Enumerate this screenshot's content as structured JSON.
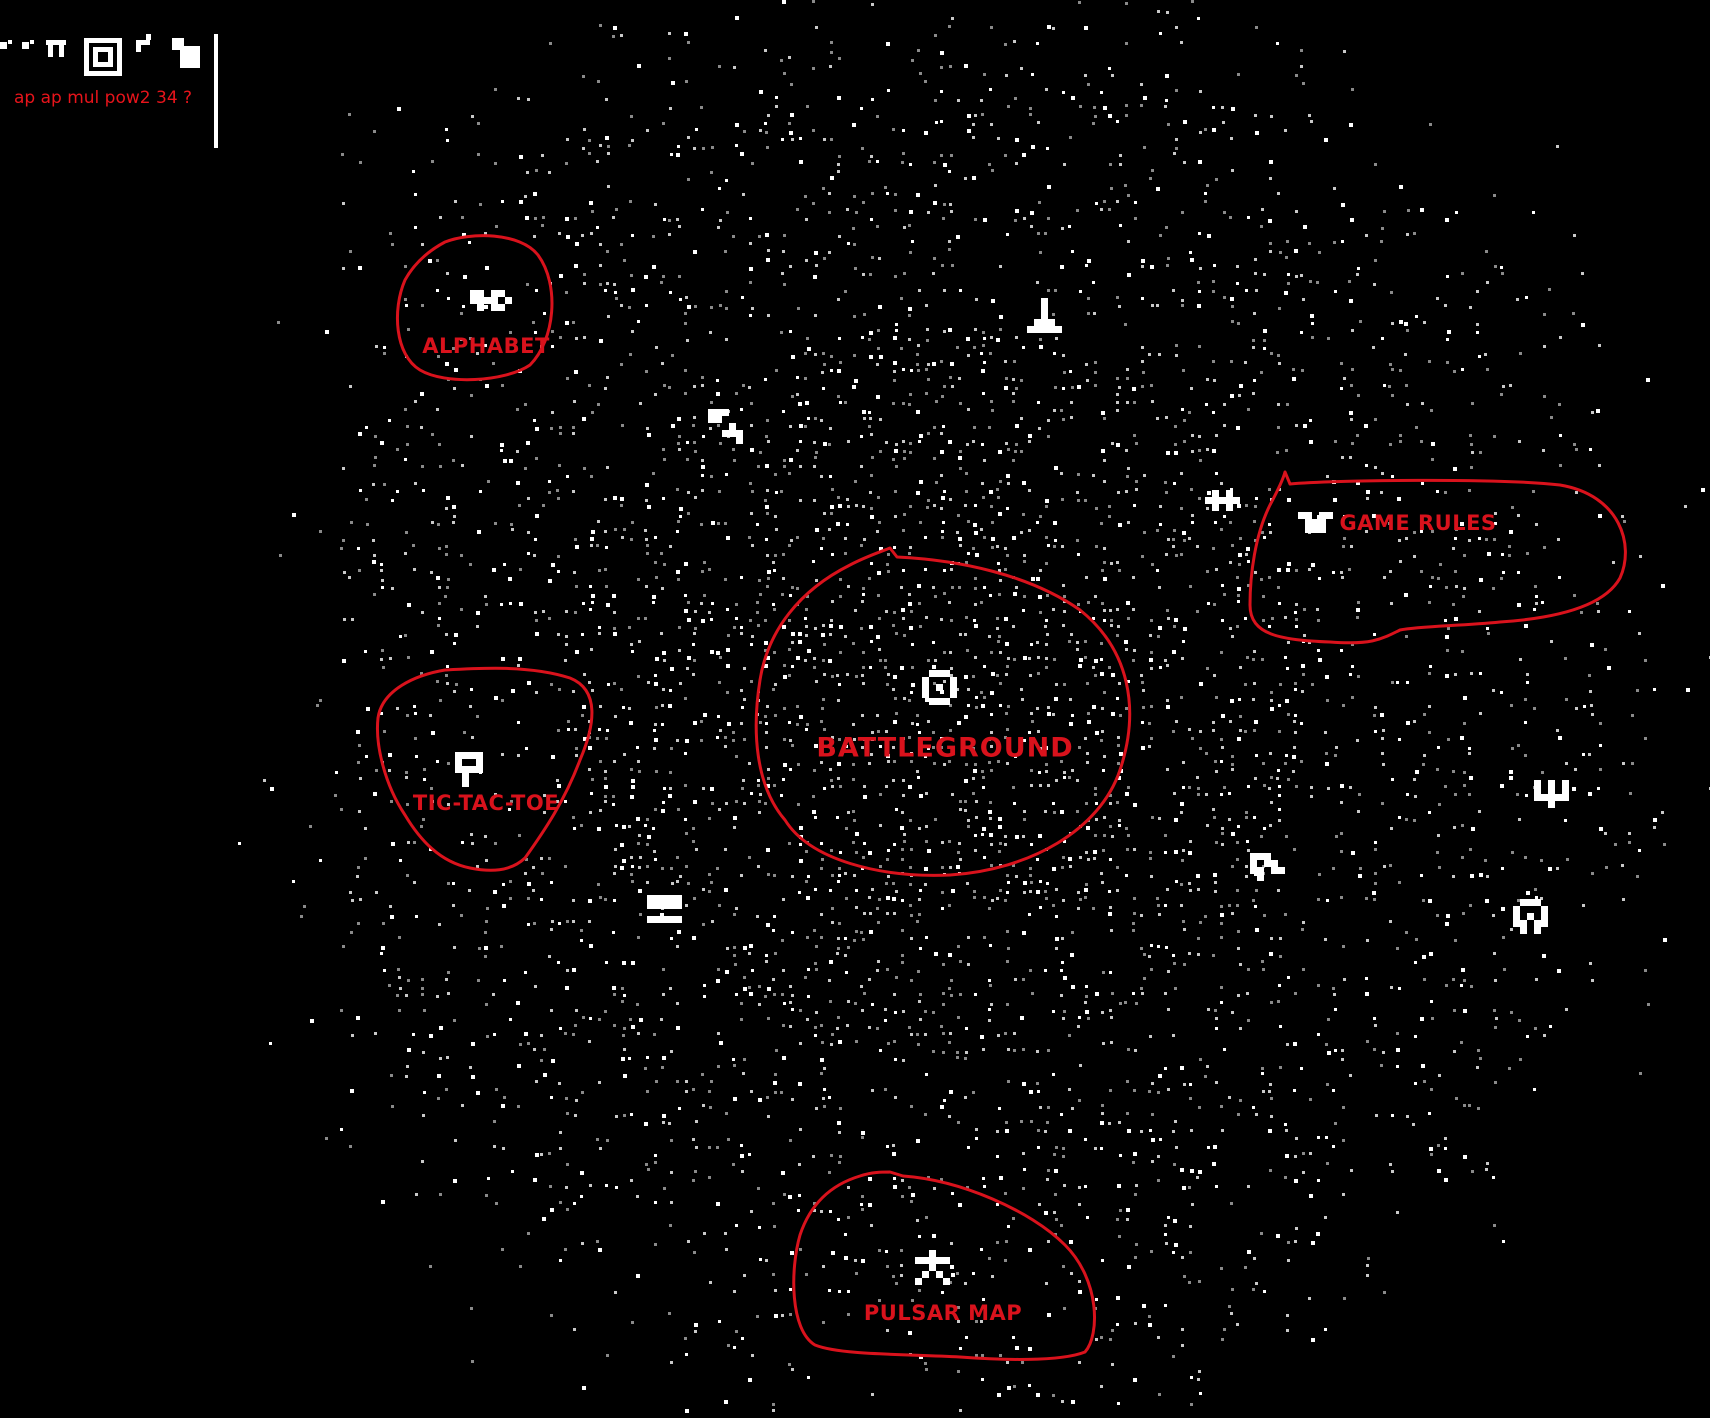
{
  "header": {
    "expression": "ap ap mul pow2 34 ?",
    "glyphs": [
      "tick-glyph",
      "tick-glyph",
      "gate-glyph",
      "framed-square-glyph",
      "corner-glyph",
      "stair-glyph"
    ]
  },
  "regions": [
    {
      "id": "alphabet",
      "label": "ALPHABET"
    },
    {
      "id": "game-rules",
      "label": "GAME RULES"
    },
    {
      "id": "battleground",
      "label": "BATTLEGROUND"
    },
    {
      "id": "tic-tac-toe",
      "label": "TIC-TAC-TOE"
    },
    {
      "id": "pulsar-map",
      "label": "PULSAR MAP"
    }
  ],
  "symbols": [
    "alphabet-glyph",
    "top-glyph",
    "upper-left-glyph",
    "left-arrow-glyph",
    "game-rules-glyph",
    "core-spiral-glyph",
    "tic-tac-toe-glyph",
    "bar-glyph",
    "right-glyph",
    "fork-glyph",
    "invader-glyph",
    "pulsar-glyph"
  ],
  "colors": {
    "background": "#000000",
    "stars": "#ffffff",
    "annotation": "#d9121c",
    "expression": "#e8141b"
  }
}
